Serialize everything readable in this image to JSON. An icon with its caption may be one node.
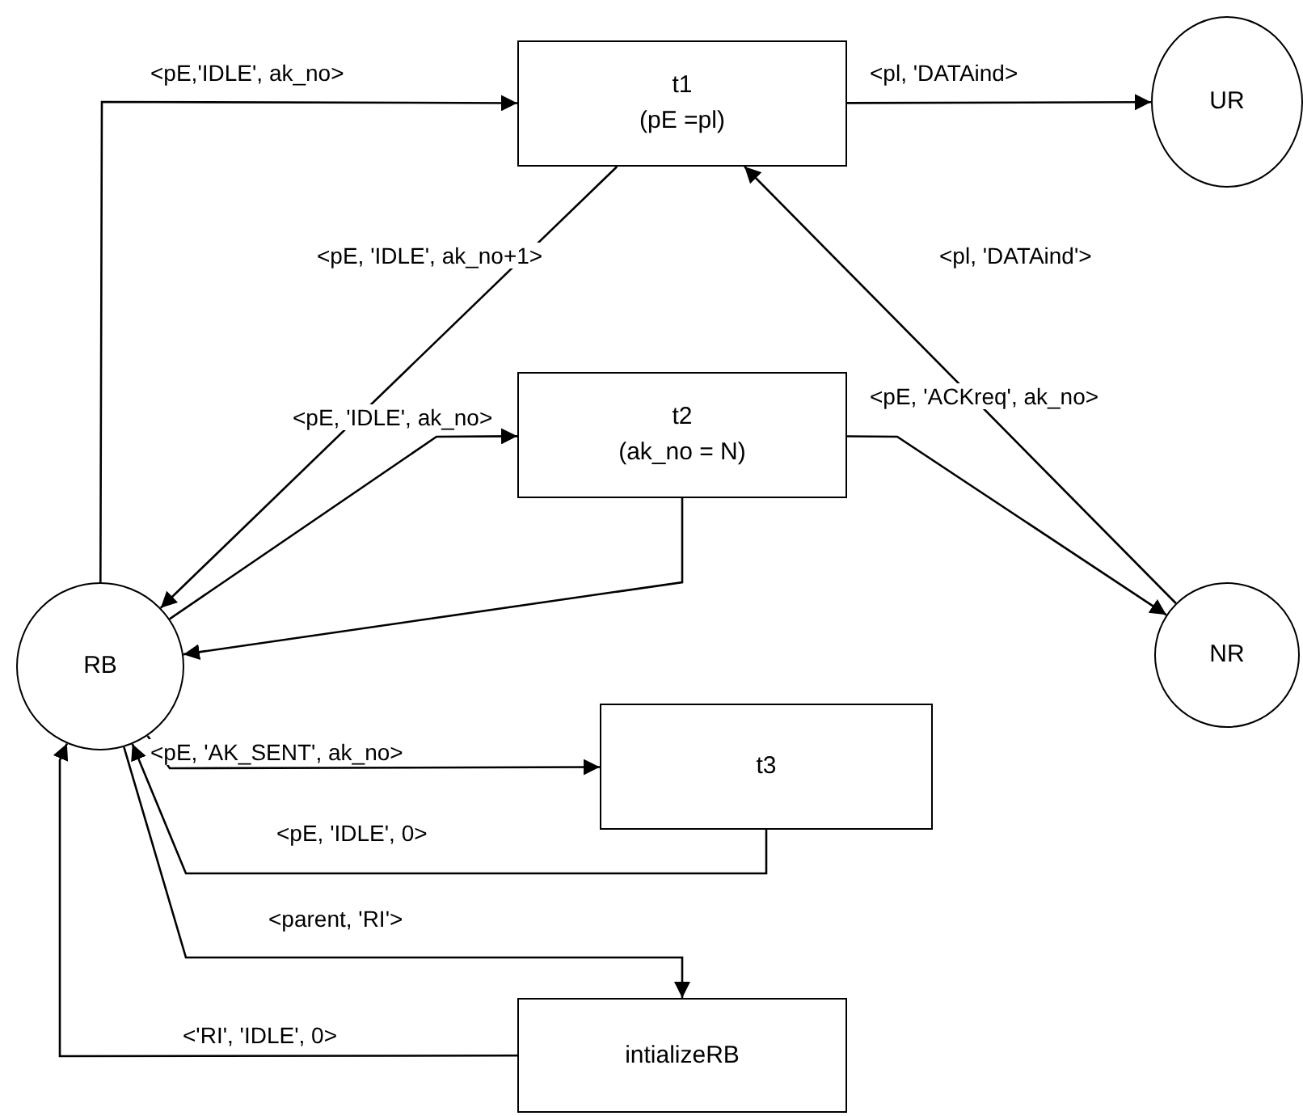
{
  "diagram": {
    "nodes": [
      {
        "text": [
          "t1",
          "(pE =pl)"
        ]
      },
      {
        "text": [
          "UR"
        ]
      },
      {
        "text": [
          "t2",
          "(ak_no = N)"
        ]
      },
      {
        "text": [
          "RB"
        ]
      },
      {
        "text": [
          "NR"
        ]
      },
      {
        "text": [
          "t3"
        ]
      },
      {
        "text": [
          "intializeRB"
        ]
      }
    ],
    "edges": [
      {
        "from": 3,
        "to": 0,
        "arrow": "to",
        "label": "<pE,'IDLE', ak_no>"
      },
      {
        "from": 0,
        "to": 3,
        "arrow": "to",
        "label": "<pE, 'IDLE', ak_no+1>"
      },
      {
        "from": 0,
        "to": 1,
        "arrow": "to",
        "label": "<pl, 'DATAind>"
      },
      {
        "from": 4,
        "to": 0,
        "arrow": "to",
        "label": "<pl, 'DATAind'>"
      },
      {
        "from": 3,
        "to": 2,
        "arrow": "to",
        "label": "<pE, 'IDLE', ak_no>"
      },
      {
        "from": 2,
        "to": 3,
        "arrow": "to"
      },
      {
        "from": 2,
        "to": 4,
        "arrow": "to",
        "label": "<pE, 'ACKreq', ak_no>"
      },
      {
        "from": 3,
        "to": 5,
        "arrow": "to",
        "label": "<pE, 'AK_SENT', ak_no>"
      },
      {
        "from": 5,
        "to": 3,
        "arrow": "to",
        "label": "<pE, 'IDLE', 0>"
      },
      {
        "from": 3,
        "to": 6,
        "arrow": "to",
        "label": "<parent, 'RI'>"
      },
      {
        "from": 6,
        "to": 3,
        "arrow": "to",
        "label": "<'RI', 'IDLE', 0>"
      }
    ]
  }
}
